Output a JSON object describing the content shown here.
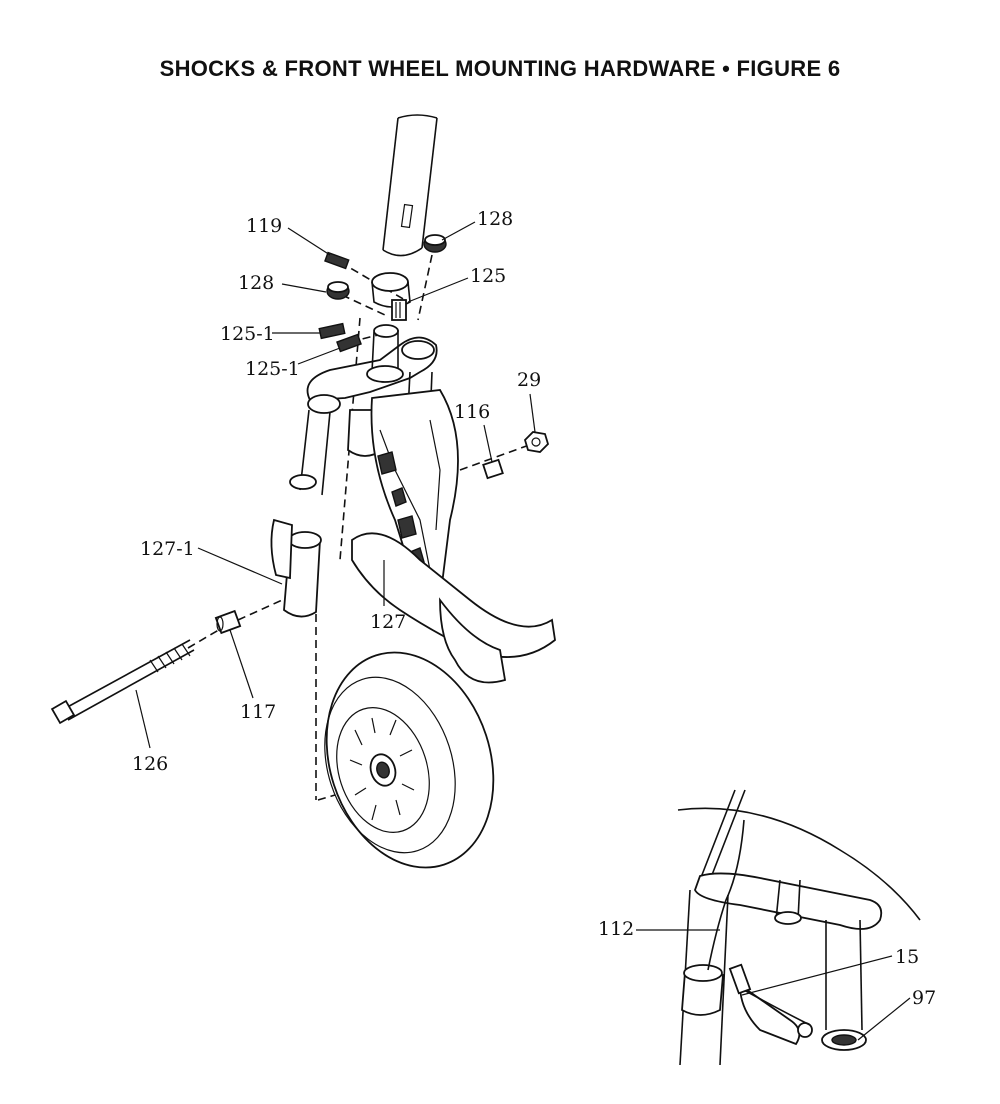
{
  "title": "SHOCKS & FRONT WHEEL MOUNTING HARDWARE  •  FIGURE 6",
  "callouts": {
    "c119": "119",
    "c128a": "128",
    "c128b": "128",
    "c125": "125",
    "c125_1a": "125-1",
    "c125_1b": "125-1",
    "c29": "29",
    "c116": "116",
    "c127_1": "127-1",
    "c127": "127",
    "c117": "117",
    "c126": "126",
    "c112": "112",
    "c15": "15",
    "c97": "97"
  }
}
